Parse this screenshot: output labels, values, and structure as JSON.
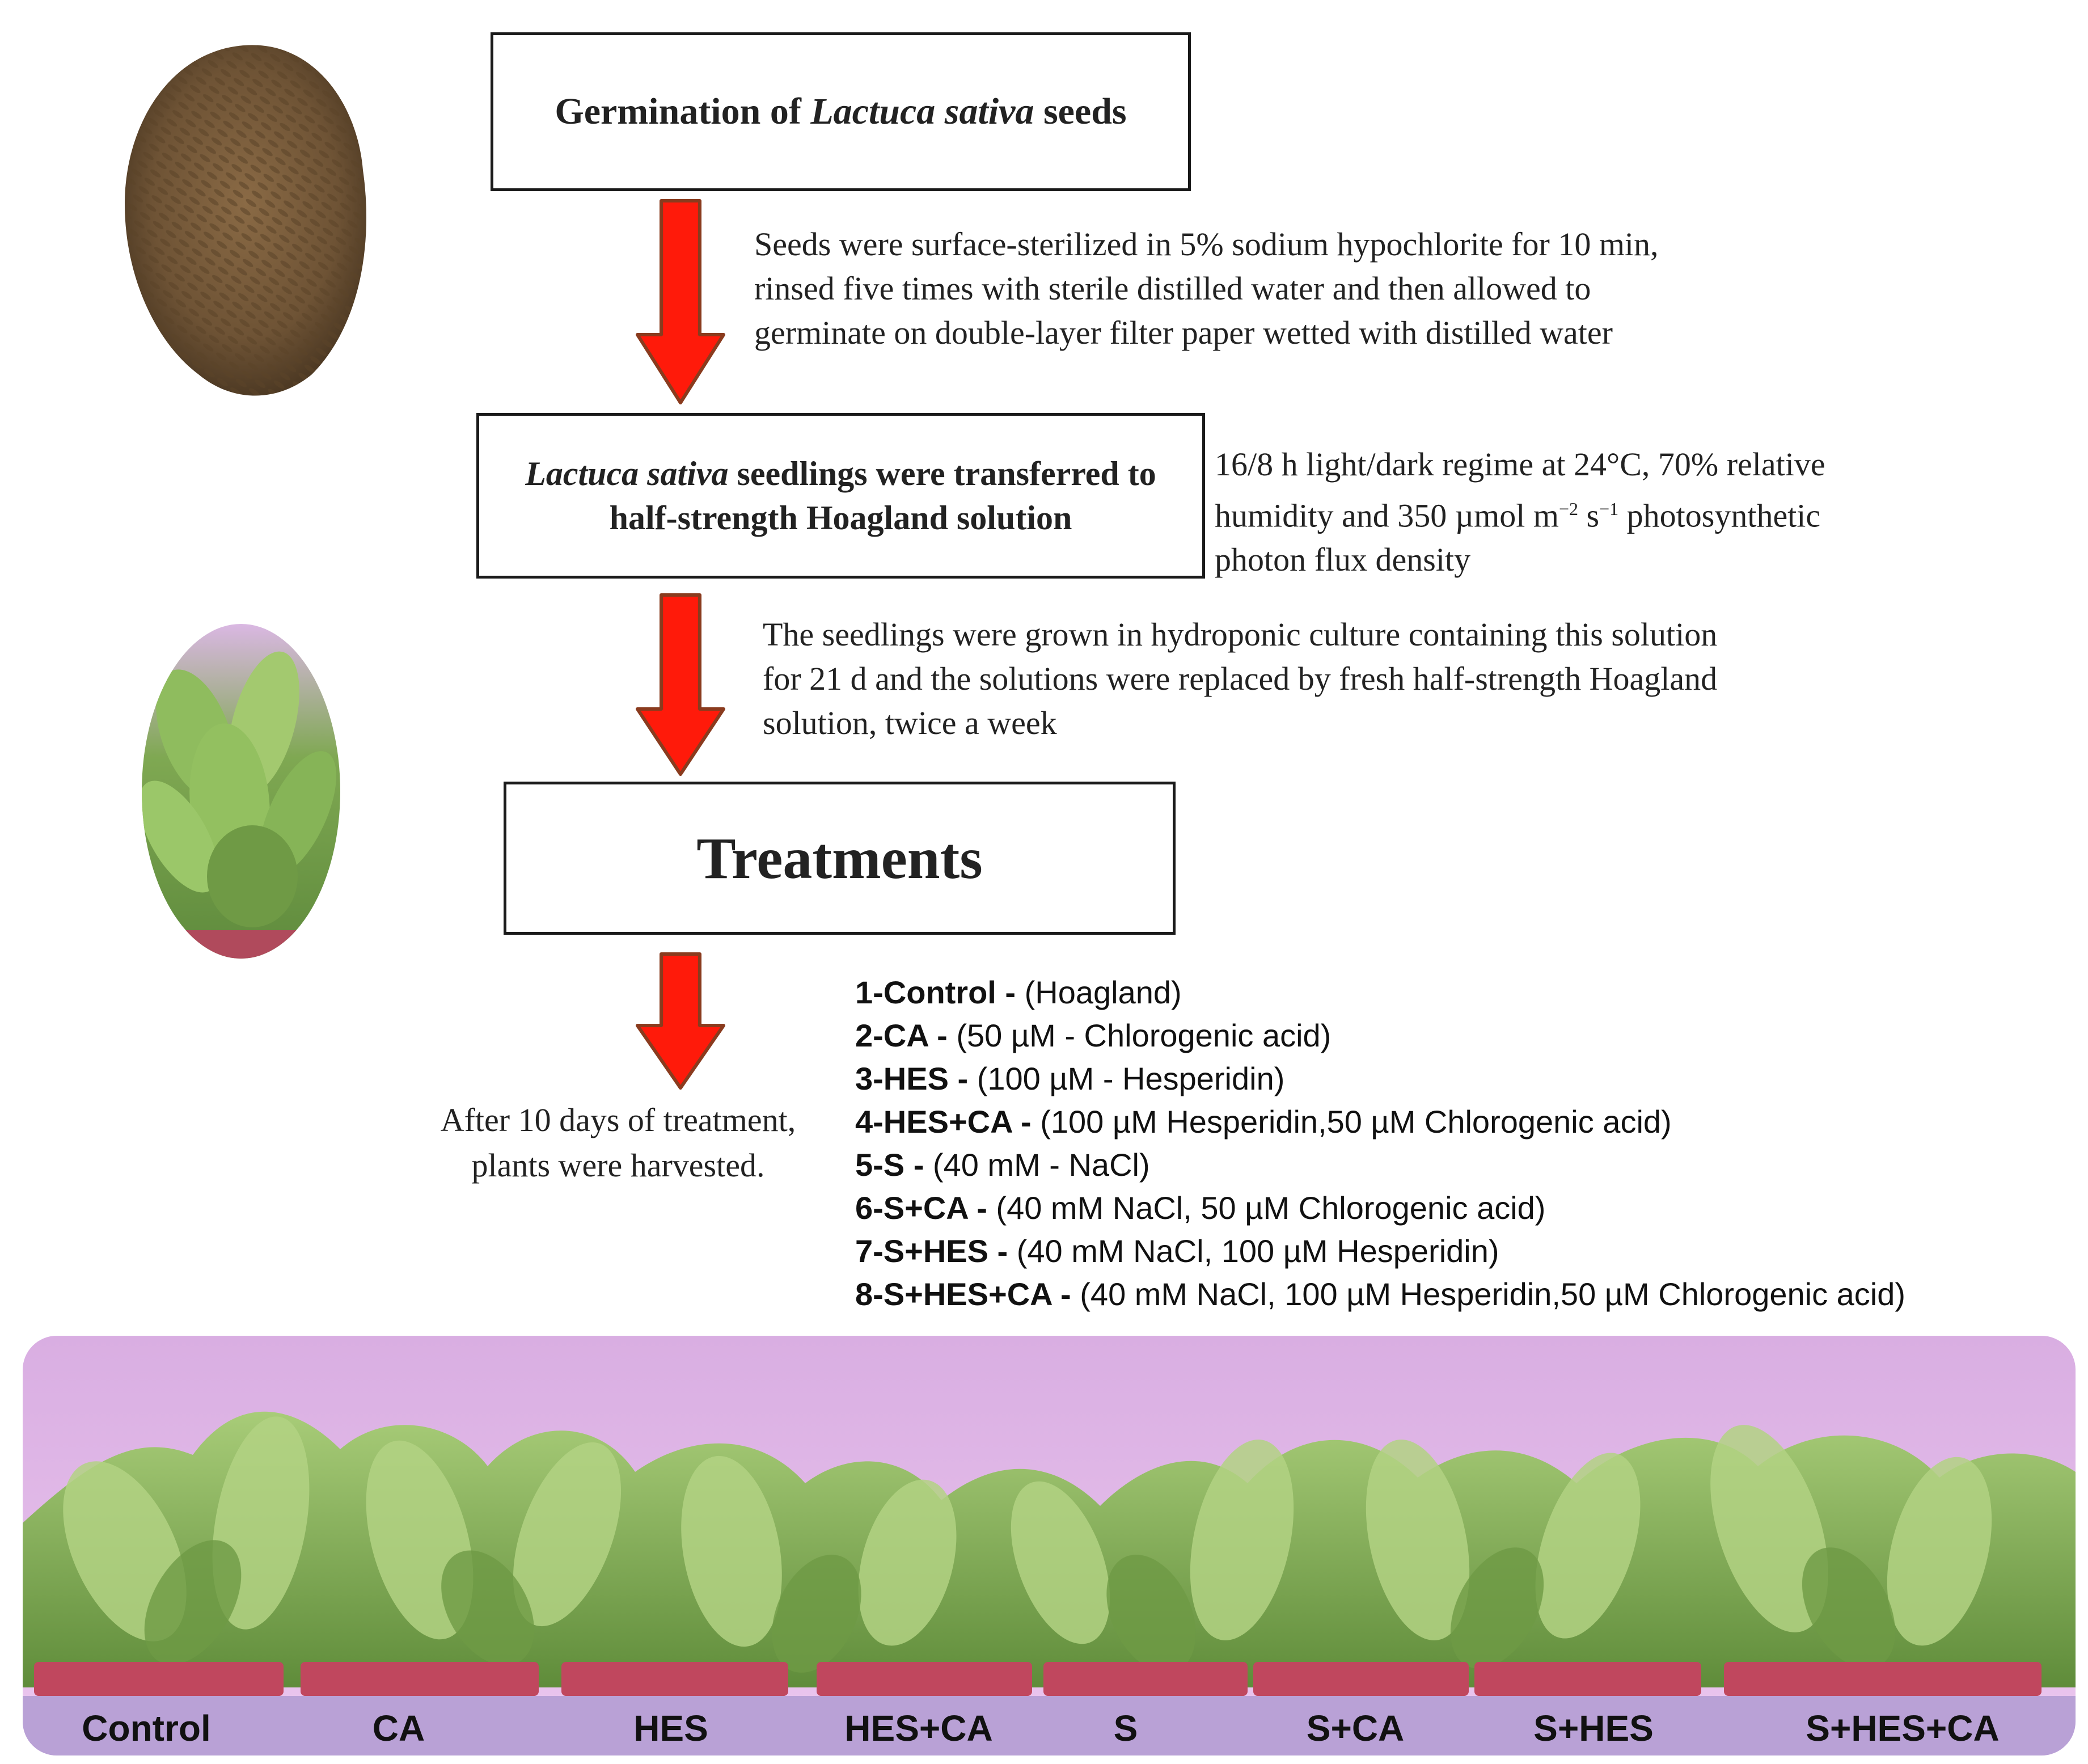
{
  "box1": {
    "prefix": "Germination of ",
    "italic": "Lactuca sativa",
    "suffix": " seeds"
  },
  "note1": {
    "lines": [
      "Seeds were surface-sterilized in 5% sodium hypochlorite for 10 min,",
      "rinsed five times with sterile distilled water and then allowed to",
      "germinate on double-layer filter paper wetted with distilled water"
    ]
  },
  "box2": {
    "italic": "Lactuca sativa",
    "line1_rest": " seedlings were transferred to",
    "line2": "half-strength Hoagland solution"
  },
  "note2": {
    "line1": "16/8 h light/dark regime at 24°C, 70% relative",
    "line2_a": "humidity and 350 µmol m",
    "sup1": "−2",
    "line2_b": " s",
    "sup2": "−1",
    "line2_c": " photosynthetic",
    "line3": "photon flux density"
  },
  "note3": {
    "lines": [
      "The seedlings were grown in hydroponic culture containing this solution",
      "for 21 d and the solutions were replaced by fresh half-strength Hoagland",
      "solution, twice a week"
    ]
  },
  "box3": {
    "label": "Treatments"
  },
  "harvest": {
    "lines": [
      "After 10 days of treatment,",
      "plants were harvested."
    ]
  },
  "treatments": [
    {
      "code": "1-Control -",
      "desc": " (Hoagland)"
    },
    {
      "code": "2-CA -",
      "desc": " (50 µM - Chlorogenic acid)"
    },
    {
      "code": "3-HES -",
      "desc": " (100 µM - Hesperidin)"
    },
    {
      "code": "4-HES+CA -",
      "desc": " (100 µM Hesperidin,50 µM Chlorogenic acid)"
    },
    {
      "code": "5-S -",
      "desc": " (40 mM - NaCl)"
    },
    {
      "code": "6-S+CA -",
      "desc": " (40 mM NaCl, 50 µM Chlorogenic acid)"
    },
    {
      "code": "7-S+HES -",
      "desc": " (40 mM NaCl, 100 µM Hesperidin)"
    },
    {
      "code": "8-S+HES+CA -",
      "desc": " (40 mM NaCl, 100 µM Hesperidin,50 µM Chlorogenic acid)"
    }
  ],
  "strip_labels": [
    "Control",
    "CA",
    "HES",
    "HES+CA",
    "S",
    "S+CA",
    "S+HES",
    "S+HES+CA"
  ],
  "colors": {
    "arrow_fill": "#ff1a0a",
    "arrow_edge": "#8a3b1e",
    "strip": "#b9a1d6",
    "wall": "#e6c0ec",
    "leaf": "#7fa852",
    "pot": "#c0475e"
  }
}
